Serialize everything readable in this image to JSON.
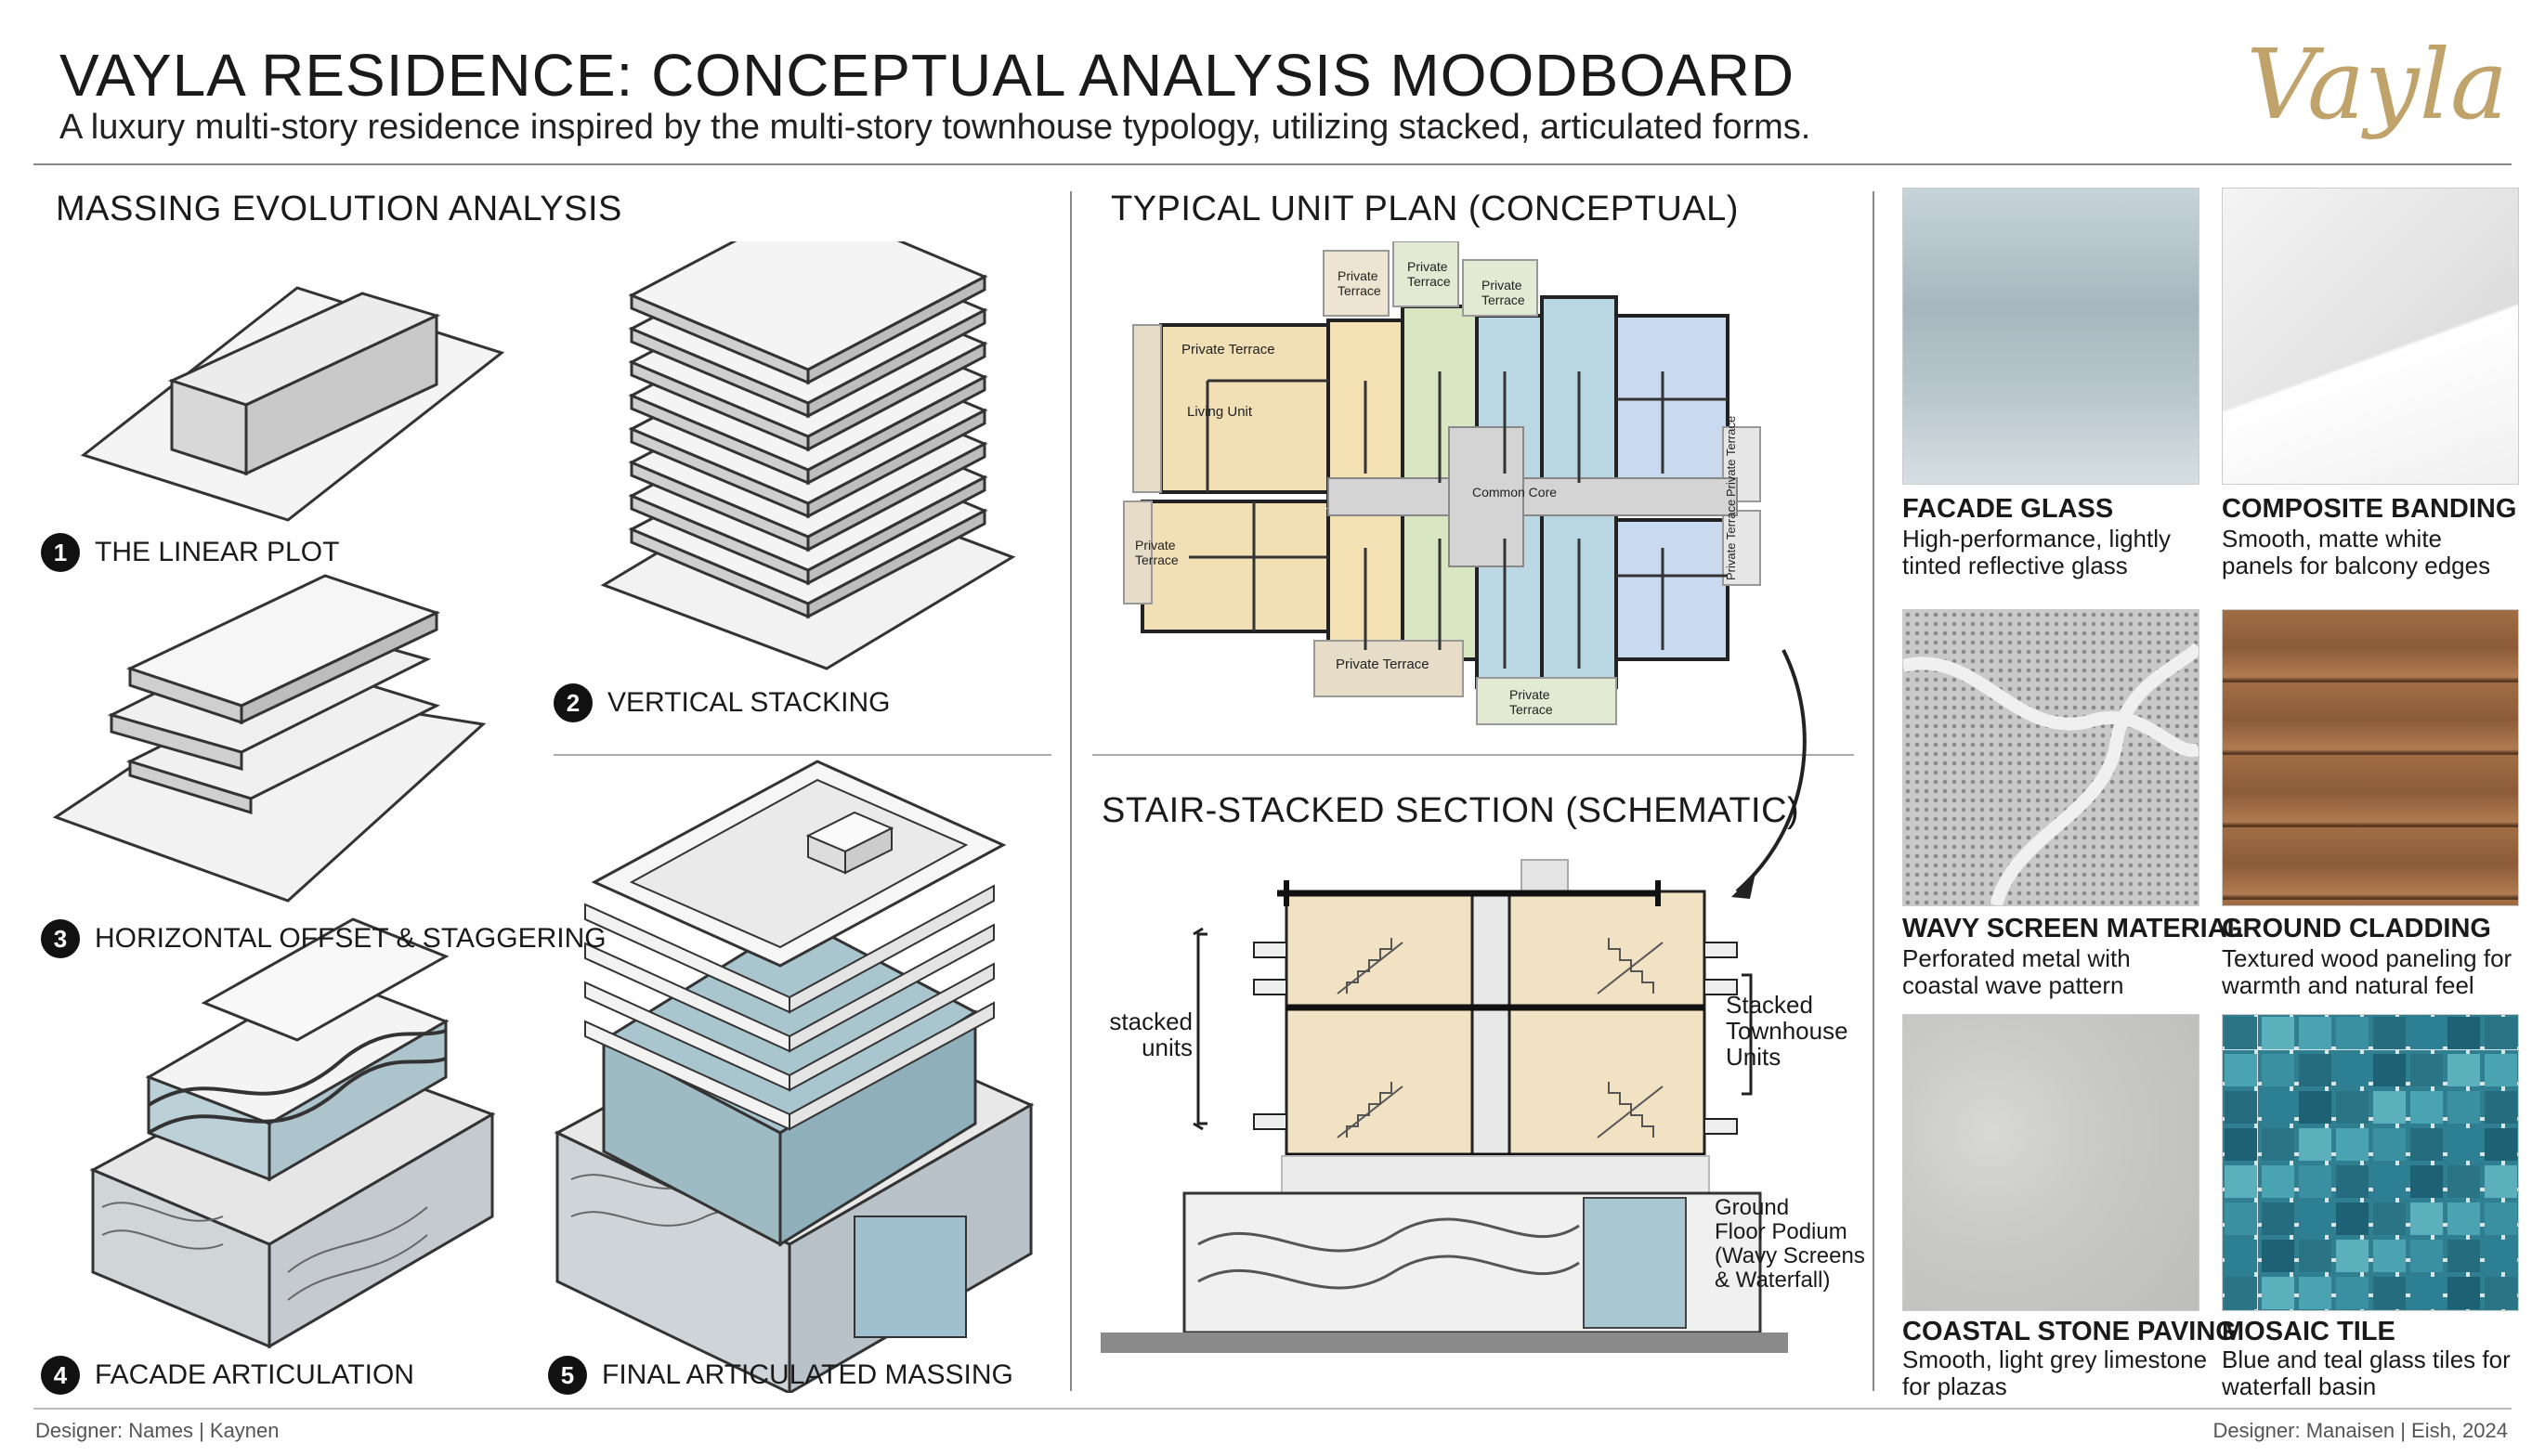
{
  "header": {
    "title": "VAYLA RESIDENCE: CONCEPTUAL ANALYSIS MOODBOARD",
    "subtitle": "A luxury multi-story residence inspired by the multi-story townhouse typology, utilizing stacked, articulated forms.",
    "logo": "Vayla"
  },
  "massing": {
    "title": "MASSING EVOLUTION ANALYSIS",
    "steps": [
      {
        "num": "1",
        "label": "THE LINEAR PLOT"
      },
      {
        "num": "2",
        "label": "VERTICAL STACKING"
      },
      {
        "num": "3",
        "label": "HORIZONTAL OFFSET & STAGGERING"
      },
      {
        "num": "4",
        "label": "FACADE ARTICULATION"
      },
      {
        "num": "5",
        "label": "FINAL ARTICULATED MASSING"
      }
    ]
  },
  "plan": {
    "title": "TYPICAL UNIT PLAN (CONCEPTUAL)",
    "labels": {
      "pt_top1": "Private",
      "pt_top1b": "Terrace",
      "pt_top2": "Private",
      "pt_top2b": "Terrace",
      "pt_top3": "Private",
      "pt_top3b": "Terrace",
      "pt_left": "Private Terrace",
      "living": "Living Unit",
      "core": "Common Core",
      "pt_left2": "Private",
      "pt_left2b": "Terrace",
      "pt_bottom": "Private Terrace",
      "pt_bottom2": "Private",
      "pt_bottom2b": "Terrace",
      "pt_right1": "Private Terrace",
      "pt_right2": "Private Terrace"
    }
  },
  "section": {
    "title": "STAIR-STACKED SECTION (SCHEMATIC)",
    "left_label": [
      "stacked",
      "units"
    ],
    "right_label": [
      "Stacked",
      "Townhouse",
      "Units"
    ],
    "podium_label": [
      "Ground",
      "Floor Podium",
      "(Wavy Screens",
      "& Waterfall)"
    ]
  },
  "materials": [
    {
      "name": "FACADE GLASS",
      "desc": [
        "High-performance, lightly",
        "tinted reflective glass"
      ]
    },
    {
      "name": "COMPOSITE BANDING",
      "desc": [
        "Smooth, matte white",
        "panels for balcony edges"
      ]
    },
    {
      "name": "WAVY SCREEN MATERIAL",
      "desc": [
        "Perforated metal with",
        "coastal wave pattern"
      ]
    },
    {
      "name": "GROUND CLADDING",
      "desc": [
        "Textured wood paneling for",
        "warmth and natural feel"
      ]
    },
    {
      "name": "COASTAL STONE PAVING",
      "desc": [
        "Smooth, light grey limestone",
        "for plazas"
      ]
    },
    {
      "name": "MOSAIC TILE",
      "desc": [
        "Blue and teal glass tiles for",
        "waterfall basin"
      ]
    }
  ],
  "footer": {
    "left": "Designer: Names | Kaynen",
    "right": "Designer: Manaisen | Eish, 2024"
  },
  "colors": {
    "logo": "#c0a36a",
    "plan_tan": "#f1dfb6",
    "plan_green": "#d8e6c2",
    "plan_blue": "#bcd8e4",
    "plan_lightblue": "#c9d9ef",
    "glass": "#a9c6cf"
  }
}
